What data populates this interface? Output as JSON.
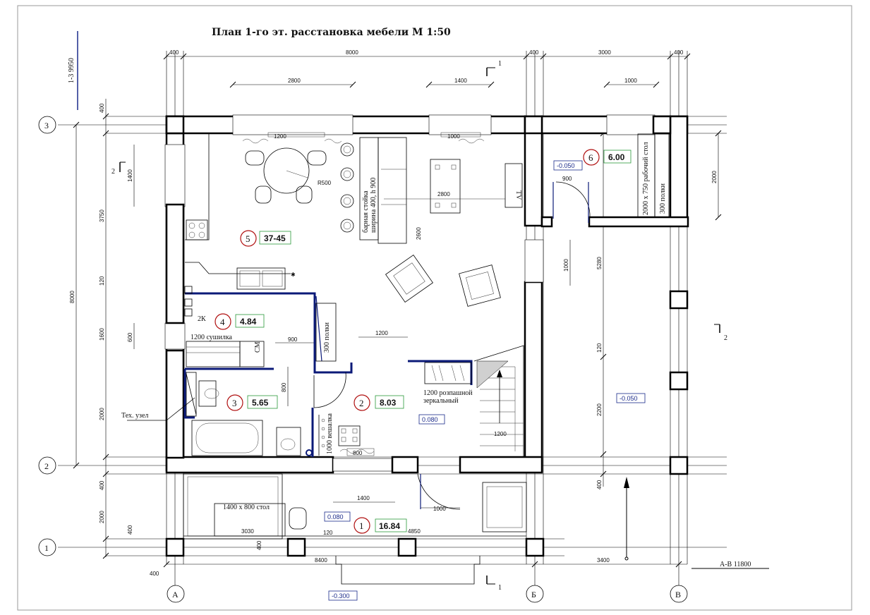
{
  "title": "План 1-го эт. расстановка мебели   М  1:50",
  "elevation_note": "1-3  9950",
  "bottom_right_note": "А-В  11800",
  "axes": {
    "rows": [
      "3",
      "2",
      "1"
    ],
    "cols": [
      "А",
      "Б",
      "В"
    ]
  },
  "section_marks": [
    "1",
    "1",
    "2",
    "2"
  ],
  "rooms": [
    {
      "number": "5",
      "area": "37-45"
    },
    {
      "number": "6",
      "area": "6.00"
    },
    {
      "number": "4",
      "area": "4.84"
    },
    {
      "number": "3",
      "area": "5.65"
    },
    {
      "number": "2",
      "area": "8.03"
    },
    {
      "number": "1",
      "area": "16.84"
    }
  ],
  "levels": [
    "-0.050",
    "-0.050",
    "0.080",
    "0.080",
    "-0.300"
  ],
  "labels": {
    "bar_counter": "барная стойка",
    "bar_counter_size": "ширина 400, h 900",
    "tv": "ТV",
    "work_table": "2000 х 750 рабочий стол",
    "shelves_300": "300 полки",
    "shelves_300_b": "300 полки",
    "dryer": "1200 сушилка",
    "sm": "СМ",
    "k2": "2К",
    "tech_unit": "Тех. узел",
    "wardrobe": "1200 розпашной",
    "wardrobe2": "зеркальный",
    "hanger": "1000 вешалка",
    "table": "1400 х 800 стол",
    "radius": "R500",
    "size_1200a": "1200",
    "size_1000a": "1000",
    "size_800": "800",
    "size_1200b": "1200",
    "size_2600": "2600",
    "size_2800_in": "2800"
  },
  "dimensions": {
    "top": [
      "400",
      "8000",
      "400",
      "3000",
      "400"
    ],
    "top_inner": [
      "2800",
      "1400",
      "1000"
    ],
    "left": [
      "400",
      "1400",
      "3750",
      "120",
      "600",
      "1600",
      "2000",
      "400",
      "2000",
      "400",
      "8000"
    ],
    "right": [
      "2000",
      "1000",
      "5280",
      "120",
      "2200",
      "400"
    ],
    "bottom": [
      "400",
      "8400",
      "3400",
      "3030",
      "120",
      "4850",
      "400",
      "1400",
      "1000",
      "900",
      "800",
      "1200",
      "900"
    ]
  }
}
